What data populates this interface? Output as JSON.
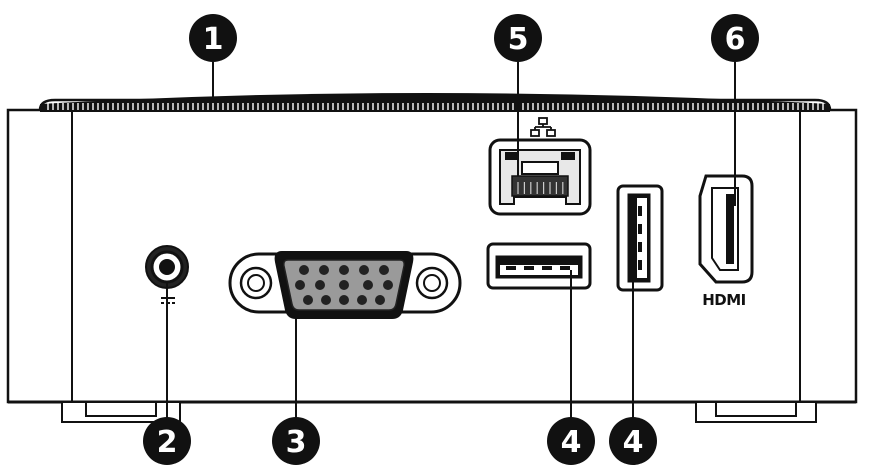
{
  "callouts": [
    {
      "number": "1",
      "part": "vent-grille"
    },
    {
      "number": "2",
      "part": "power-jack"
    },
    {
      "number": "3",
      "part": "vga-port"
    },
    {
      "number": "4",
      "part": "usb-port-horizontal"
    },
    {
      "number": "4",
      "part": "usb-port-vertical"
    },
    {
      "number": "5",
      "part": "ethernet-port"
    },
    {
      "number": "6",
      "part": "hdmi-port"
    }
  ],
  "labels": {
    "hdmi_logo": "HDMI"
  },
  "icons": {
    "network": "network-icon",
    "dc_power": "dc-power-symbol"
  },
  "colors": {
    "outline": "#111111",
    "callout_fill": "#111111",
    "callout_text": "#ffffff",
    "vga_face": "#9a9a9a",
    "device_body": "#ffffff"
  }
}
